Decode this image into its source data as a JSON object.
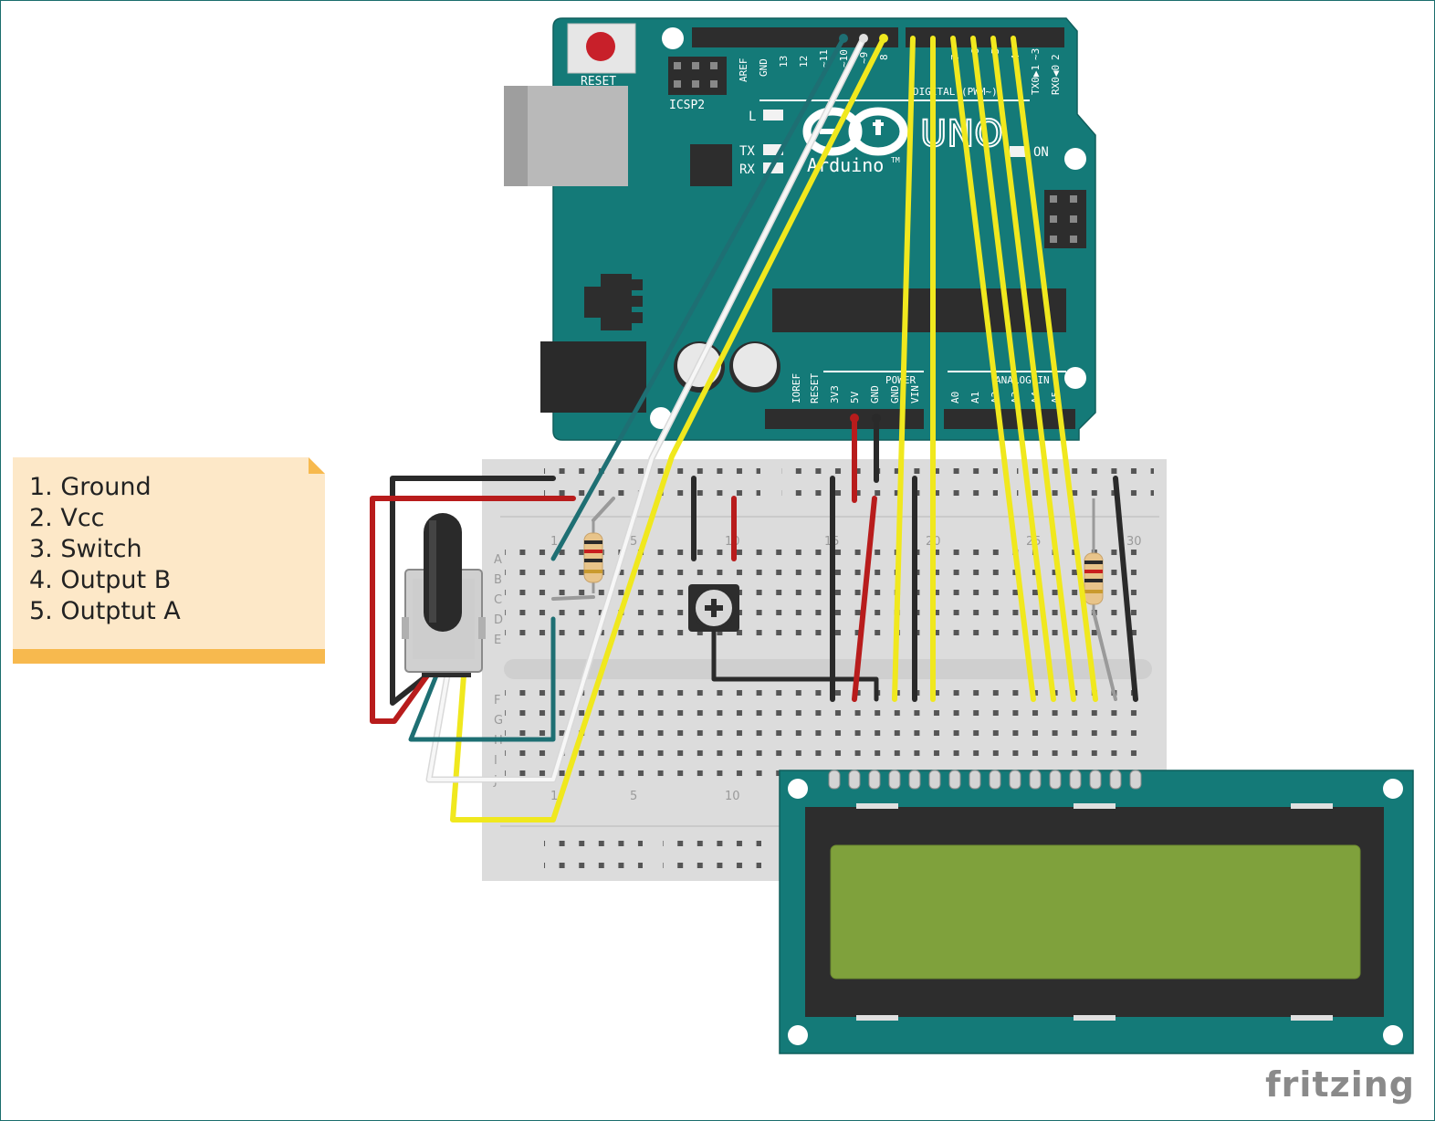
{
  "note": {
    "items": [
      "1. Ground",
      "2. Vcc",
      "3. Switch",
      "4. Output B",
      "5. Outptut A"
    ]
  },
  "board": {
    "reset": "RESET",
    "icsp": "ICSP2",
    "uno": "UNO",
    "brand": "Arduino",
    "tm": "TM",
    "on": "ON",
    "led_l": "L",
    "led_tx": "TX",
    "led_rx": "RX",
    "digital": "DIGITAL (PWM~)",
    "power": "POWER",
    "analog": "ANALOG IN",
    "top_pins": [
      "AREF",
      "GND",
      "13",
      "12",
      "~11",
      "~10",
      "~9",
      "8"
    ],
    "digital_pins": [
      "7",
      "~6",
      "~5",
      "4",
      "~3",
      "2",
      "TX0▶1",
      "RX0◀0"
    ],
    "power_pins": [
      "IOREF",
      "RESET",
      "3V3",
      "5V",
      "GND",
      "GND",
      "VIN"
    ],
    "analog_pins": [
      "A0",
      "A1",
      "A2",
      "A3",
      "A4",
      "A5"
    ]
  },
  "breadboard": {
    "rows_top": [
      "A",
      "B",
      "C",
      "D",
      "E"
    ],
    "rows_bottom": [
      "F",
      "G",
      "H",
      "I",
      "J"
    ],
    "cols_top": [
      "1",
      "5",
      "10",
      "15",
      "20",
      "25",
      "30"
    ],
    "cols_bottom": [
      "1",
      "5",
      "10"
    ]
  },
  "footer": {
    "brand": "fritzing"
  },
  "colors": {
    "board": "#147a78",
    "lcd_screen": "#7fa13c",
    "wire_yellow": "#f0e81e",
    "wire_red": "#b81c1c",
    "wire_black": "#2a2a2a",
    "wire_teal": "#1e6f73",
    "wire_white": "#f2f2f2",
    "note_bg": "#fde8c8",
    "note_accent": "#f7b94e"
  }
}
